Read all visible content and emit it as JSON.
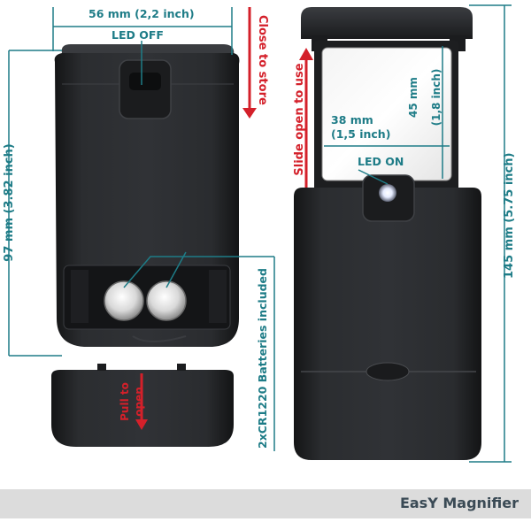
{
  "colors": {
    "accent": "#1e7c87",
    "arrow_red": "#d4202a",
    "device_body": "#222426",
    "footer_bg": "#dcdcdc",
    "footer_text": "#3a4a55"
  },
  "labels": {
    "width_closed": "56 mm (2,2 inch)",
    "led_off": "LED OFF",
    "close_to_store": "Close to store",
    "height_closed": "97 mm (3.82 inch)",
    "slide_open": "Slide open to use",
    "lens_height_line1": "45 mm",
    "lens_height_line2": "(1,8 inch)",
    "lens_width_line1": "38 mm",
    "lens_width_line2": "(1,5 inch)",
    "led_on": "LED ON",
    "height_open": "145 mm (5.75 inch)",
    "batteries": "2xCR1220 Batteries included",
    "pull_line1": "Pull to",
    "pull_line2": "open"
  },
  "footer": {
    "brand": "EasY Magnifier"
  }
}
